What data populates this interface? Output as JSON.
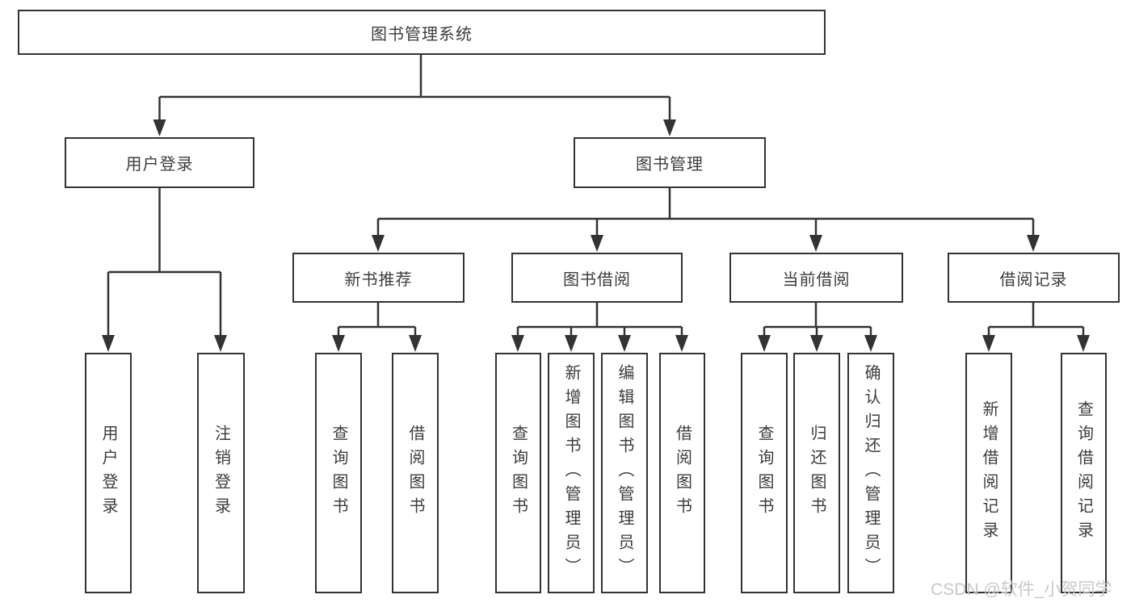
{
  "diagram_title": "图书管理系统",
  "nodes": {
    "root": "图书管理系统",
    "user_login": "用户登录",
    "book_mgmt": "图书管理",
    "new_book_rec": "新书推荐",
    "book_borrow": "图书借阅",
    "current_borrow": "当前借阅",
    "borrow_records": "借阅记录",
    "login_leaves": [
      "用户登录",
      "注销登录"
    ],
    "rec_leaves": [
      "查询图书",
      "借阅图书"
    ],
    "borrow_leaves": [
      "查询图书",
      "新增图书（管理员）",
      "编辑图书（管理员）",
      "借阅图书"
    ],
    "current_leaves": [
      "查询图书",
      "归还图书",
      "确认归还（管理员）"
    ],
    "records_leaves": [
      "新增借阅记录",
      "查询借阅记录"
    ]
  },
  "watermark": "CSDN @软件_小贺同学",
  "colors": {
    "line": "#333333",
    "box_border": "#333333",
    "box_fill": "#ffffff",
    "text": "#3c3c3c",
    "watermark": "#c9c9c9"
  }
}
